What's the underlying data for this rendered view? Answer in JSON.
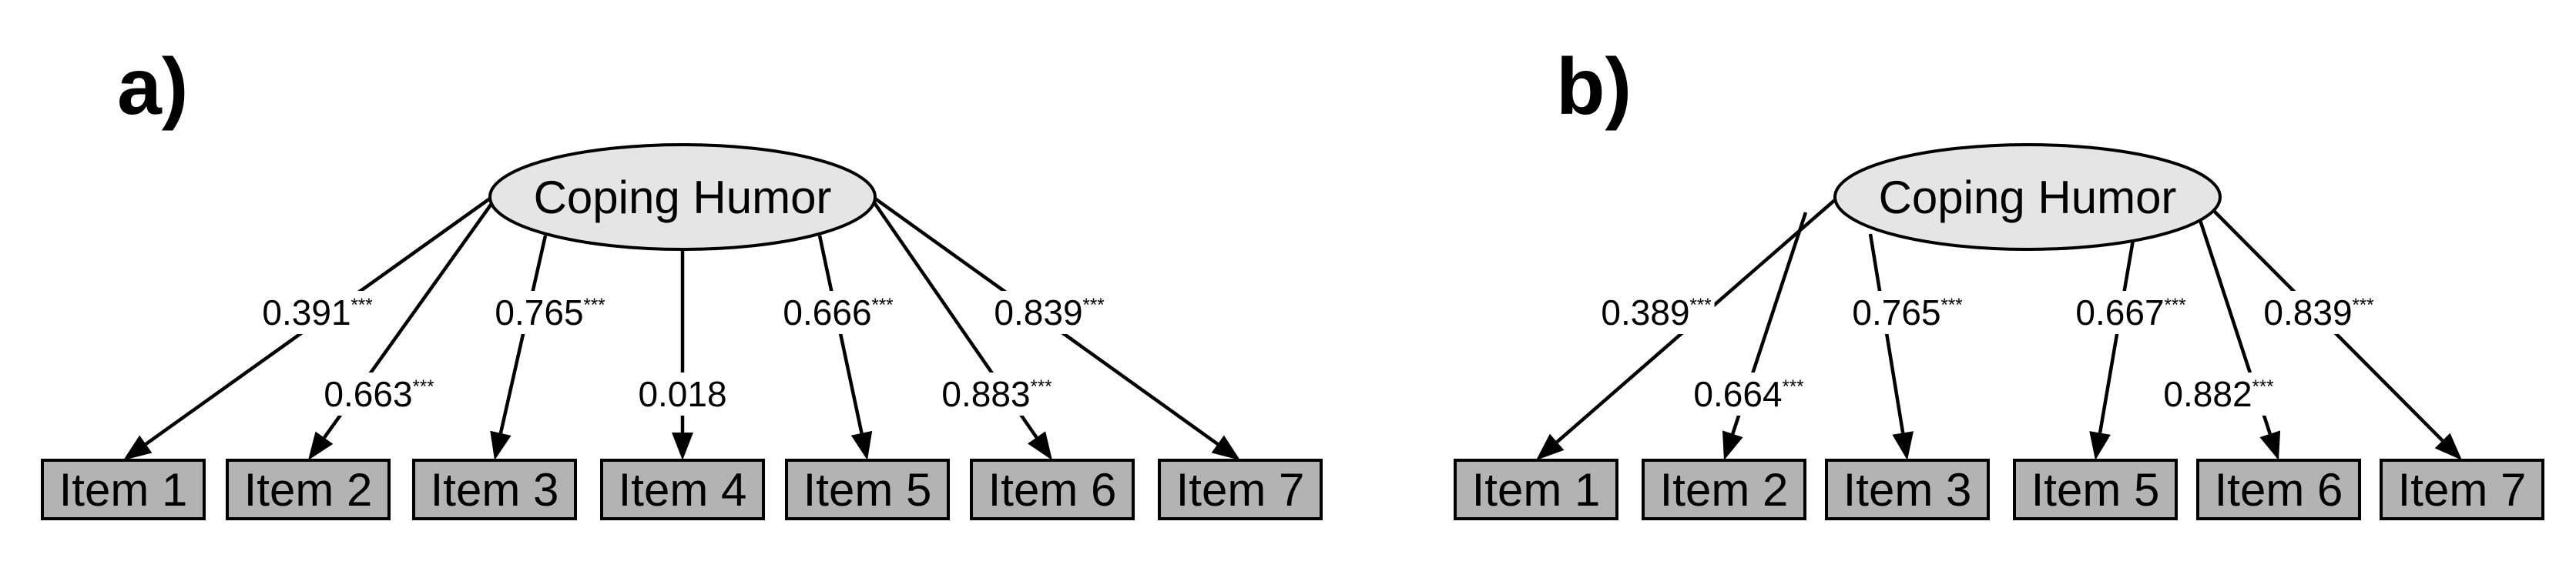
{
  "colors": {
    "factor_fill": "#e5e5e5",
    "item_fill": "#b3b3b3",
    "stroke": "#000000",
    "background": "#ffffff"
  },
  "panels": [
    {
      "label": "a)",
      "factor": "Coping Humor",
      "items": [
        "Item 1",
        "Item 2",
        "Item 3",
        "Item 4",
        "Item 5",
        "Item 6",
        "Item 7"
      ],
      "loadings": [
        {
          "value": "0.391",
          "sig": "***"
        },
        {
          "value": "0.663",
          "sig": "***"
        },
        {
          "value": "0.765",
          "sig": "***"
        },
        {
          "value": "0.018",
          "sig": ""
        },
        {
          "value": "0.666",
          "sig": "***"
        },
        {
          "value": "0.883",
          "sig": "***"
        },
        {
          "value": "0.839",
          "sig": "***"
        }
      ]
    },
    {
      "label": "b)",
      "factor": "Coping Humor",
      "items": [
        "Item 1",
        "Item 2",
        "Item 3",
        "Item 5",
        "Item 6",
        "Item 7"
      ],
      "loadings": [
        {
          "value": "0.389",
          "sig": "***"
        },
        {
          "value": "0.664",
          "sig": "***"
        },
        {
          "value": "0.765",
          "sig": "***"
        },
        {
          "value": "0.667",
          "sig": "***"
        },
        {
          "value": "0.882",
          "sig": "***"
        },
        {
          "value": "0.839",
          "sig": "***"
        }
      ]
    }
  ]
}
